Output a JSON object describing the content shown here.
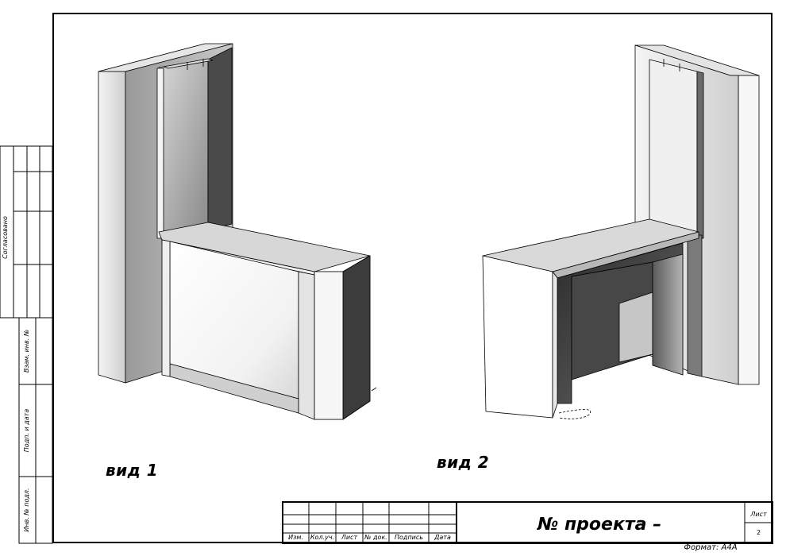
{
  "side_stamp": {
    "approved": "Согласовано",
    "replacement_inv": "Взам. инв. №",
    "sign_date": "Подп. и дата",
    "original_inv": "Инв. № подл."
  },
  "views": {
    "view1_label": "вид 1",
    "view2_label": "вид 2"
  },
  "title_block": {
    "columns": [
      "Изм.",
      "Кол.уч.",
      "Лист",
      "№ док.",
      "Подпись",
      "Дата"
    ],
    "project_number": "№ проекта –",
    "sheet_label": "Лист",
    "sheet_number": "2",
    "format": "Формат: А4А"
  },
  "colors": {
    "line": "#000000",
    "face_light": "#ffffff",
    "face_mid": "#bdbdbd",
    "face_dark": "#7a7a7a",
    "face_darkest": "#3a3a3a"
  }
}
